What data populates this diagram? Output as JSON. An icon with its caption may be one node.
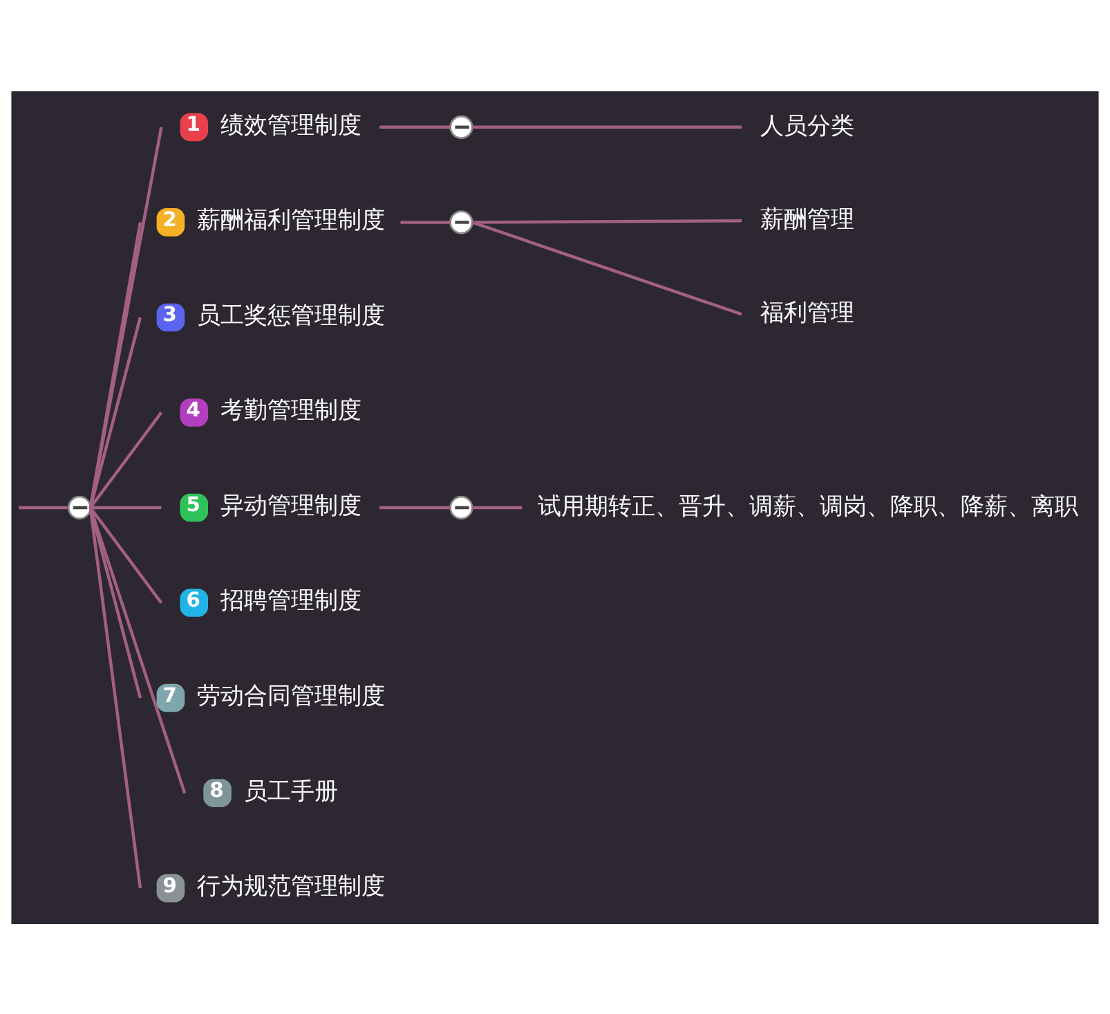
{
  "diagram": {
    "nodes": [
      {
        "text": [],
        "shape": "circle"
      },
      {
        "text": [
          "1",
          "绩效管理制度"
        ]
      },
      {
        "text": [],
        "shape": "circle"
      },
      {
        "text": [
          "人员分类"
        ]
      },
      {
        "text": [
          "2",
          "薪酬福利管理制度"
        ]
      },
      {
        "text": [],
        "shape": "circle"
      },
      {
        "text": [
          "薪酬管理"
        ]
      },
      {
        "text": [
          "福利管理"
        ]
      },
      {
        "text": [
          "3",
          "员工奖惩管理制度"
        ]
      },
      {
        "text": [
          "4",
          "考勤管理制度"
        ]
      },
      {
        "text": [
          "5",
          "异动管理制度"
        ]
      },
      {
        "text": [],
        "shape": "circle"
      },
      {
        "text": [
          "试用期转正、晋升、调薪、调岗、降职、降薪、离职"
        ]
      },
      {
        "text": [
          "6",
          "招聘管理制度"
        ]
      },
      {
        "text": [
          "7",
          "劳动合同管理制度"
        ]
      },
      {
        "text": [
          "8",
          "员工手册"
        ]
      },
      {
        "text": [
          "9",
          "行为规范管理制度"
        ]
      }
    ],
    "edges": [
      {
        "from": null,
        "to": 0,
        "arrow": "none"
      },
      {
        "from": 0,
        "to": 1,
        "arrow": "none"
      },
      {
        "from": 1,
        "to": 2,
        "arrow": "none"
      },
      {
        "from": 2,
        "to": 3,
        "arrow": "none"
      },
      {
        "from": 0,
        "to": 4,
        "arrow": "none"
      },
      {
        "from": 4,
        "to": 5,
        "arrow": "none"
      },
      {
        "from": 5,
        "to": 6,
        "arrow": "none"
      },
      {
        "from": 5,
        "to": 7,
        "arrow": "none"
      },
      {
        "from": 0,
        "to": 8,
        "arrow": "none"
      },
      {
        "from": 0,
        "to": 9,
        "arrow": "none"
      },
      {
        "from": 0,
        "to": 10,
        "arrow": "none"
      },
      {
        "from": 10,
        "to": 11,
        "arrow": "none"
      },
      {
        "from": 11,
        "to": 12,
        "arrow": "none"
      },
      {
        "from": 0,
        "to": 13,
        "arrow": "none"
      },
      {
        "from": 0,
        "to": 14,
        "arrow": "none"
      },
      {
        "from": 0,
        "to": 15,
        "arrow": "none"
      },
      {
        "from": 0,
        "to": 16,
        "arrow": "none"
      }
    ]
  }
}
